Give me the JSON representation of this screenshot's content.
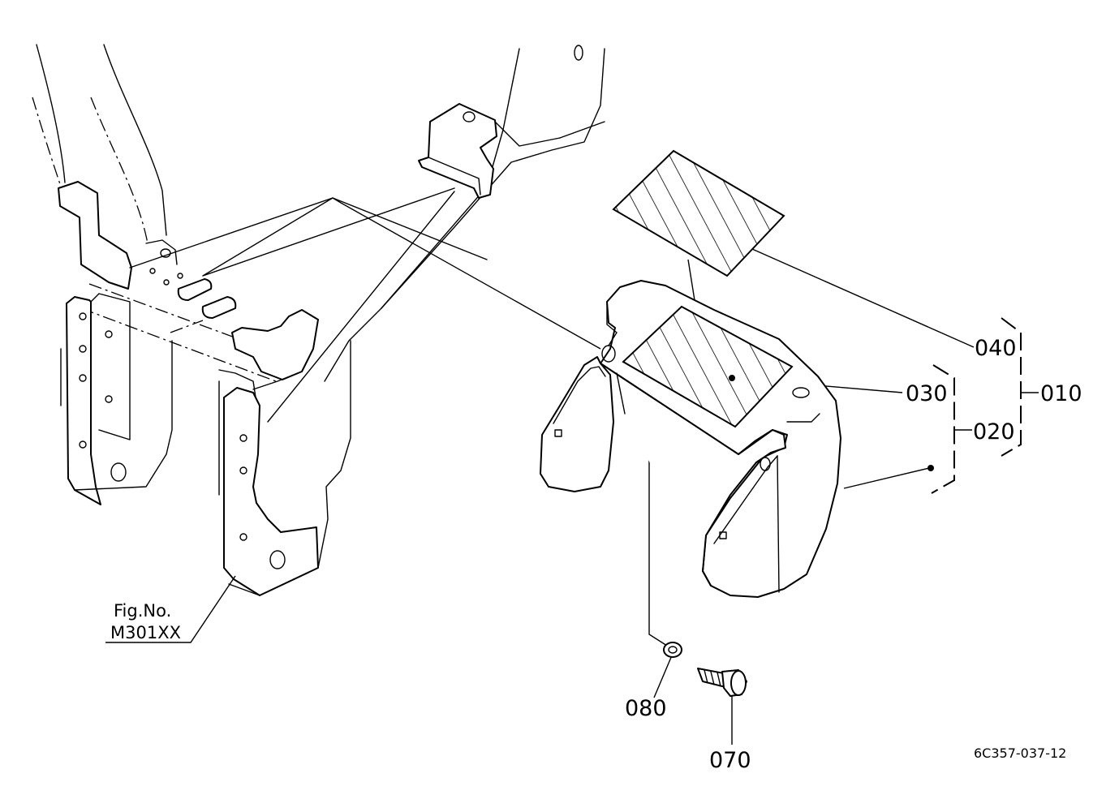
{
  "callouts": {
    "p010": "010",
    "p020": "020",
    "p030": "030",
    "p040": "040",
    "p070": "070",
    "p080": "080"
  },
  "figure_reference": {
    "line1": "Fig.No.",
    "line2": "M301XX"
  },
  "drawing_code": "6C357-037-12"
}
